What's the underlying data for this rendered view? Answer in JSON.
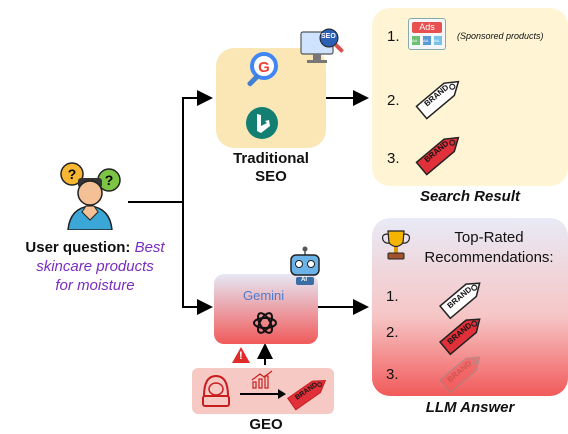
{
  "user": {
    "label_bold": "User question:",
    "query_line1": "Best",
    "query_line2": "skincare products",
    "query_line3": "for moisture",
    "query_color": "#7b2cbf"
  },
  "seo": {
    "title_line1": "Traditional",
    "title_line2": "SEO",
    "panel_color": "#fbe7b6",
    "seo_badge": "SEO"
  },
  "search_result": {
    "items": [
      {
        "number": "1.",
        "note": "(Sponsored products)",
        "ads_label": "Ads",
        "ads_sub": [
          "AA",
          "AA",
          "AA"
        ]
      },
      {
        "number": "2.",
        "brand": "BRAND"
      },
      {
        "number": "3.",
        "brand": "BRAND"
      }
    ],
    "caption": "Search Result",
    "panel_color": "#fff4d4"
  },
  "llm": {
    "gemini_label": "Gemini",
    "ai_badge": "AI",
    "gradient_top": "#e6e8f5",
    "gradient_bottom": "#f05a5a"
  },
  "geo": {
    "label": "GEO",
    "warning_symbol": "!",
    "brand": "BRAND",
    "panel_color": "#f7c9c4"
  },
  "llm_answer": {
    "header_line1": "Top-Rated",
    "header_line2": "Recommendations:",
    "items": [
      {
        "number": "1.",
        "brand": "BRAND"
      },
      {
        "number": "2.",
        "brand": "BRAND"
      },
      {
        "number": "3.",
        "brand": "BRAND"
      }
    ],
    "caption": "LLM Answer"
  }
}
